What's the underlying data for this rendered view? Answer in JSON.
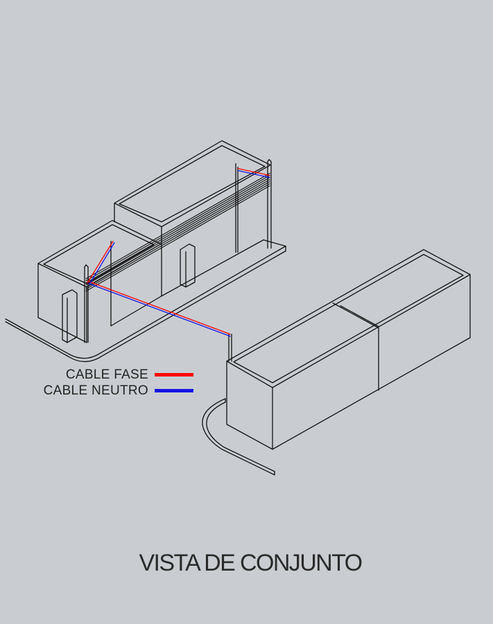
{
  "colors": {
    "background": "#c9cdd1",
    "line": "#111111",
    "cable_fase": "#ff0000",
    "cable_neutro": "#1414e6"
  },
  "legend": {
    "fase_label": "CABLE FASE",
    "neutro_label": "CABLE NEUTRO"
  },
  "caption": "VISTA DE CONJUNTO"
}
